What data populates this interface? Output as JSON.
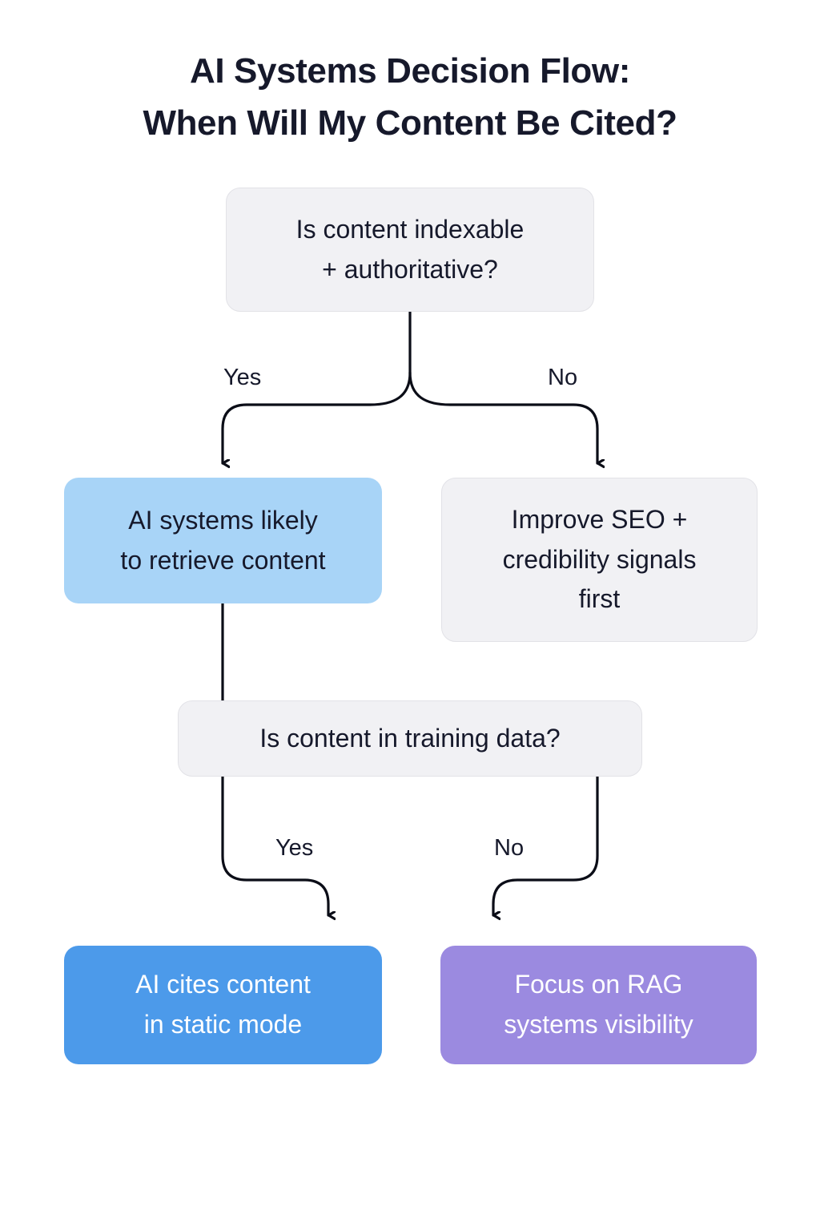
{
  "title": {
    "line1": "AI Systems Decision Flow:",
    "line2": "When Will My Content Be Cited?"
  },
  "colors": {
    "background": "#ffffff",
    "title_text": "#16192b",
    "neutral_node_fill": "#f1f1f4",
    "neutral_node_border": "#e2e2e7",
    "light_blue_node_fill": "#a8d4f7",
    "blue_node_fill": "#4c9aea",
    "purple_node_fill": "#9b8ae0",
    "connector_stroke": "#0b0d17",
    "light_text": "#ffffff"
  },
  "chart_data": {
    "type": "diagram",
    "title": "AI Systems Decision Flow: When Will My Content Be Cited?",
    "nodes": [
      {
        "id": "indexable",
        "label": "Is content indexable\n+ authoritative?",
        "kind": "decision",
        "style": "neutral"
      },
      {
        "id": "retrieve",
        "label": "AI systems likely\nto retrieve content",
        "kind": "outcome",
        "style": "light-blue"
      },
      {
        "id": "improve-seo",
        "label": "Improve SEO +\ncredibility signals\nfirst",
        "kind": "action",
        "style": "neutral"
      },
      {
        "id": "training-data",
        "label": "Is content in training data?",
        "kind": "decision",
        "style": "neutral"
      },
      {
        "id": "static-mode",
        "label": "AI cites content\nin static mode",
        "kind": "outcome",
        "style": "blue"
      },
      {
        "id": "rag",
        "label": "Focus on RAG\nsystems visibility",
        "kind": "outcome",
        "style": "purple"
      }
    ],
    "edges": [
      {
        "from": "indexable",
        "to": "retrieve",
        "label": "Yes"
      },
      {
        "from": "indexable",
        "to": "improve-seo",
        "label": "No"
      },
      {
        "from": "retrieve",
        "to": "training-data",
        "label": ""
      },
      {
        "from": "training-data",
        "to": "static-mode",
        "label": "Yes"
      },
      {
        "from": "training-data",
        "to": "rag",
        "label": "No"
      }
    ]
  },
  "nodes": {
    "indexable": {
      "line1": "Is content indexable",
      "line2": "+ authoritative?"
    },
    "retrieve": {
      "line1": "AI systems likely",
      "line2": "to retrieve content"
    },
    "improve_seo": {
      "line1": "Improve SEO +",
      "line2": "credibility signals",
      "line3": "first"
    },
    "training_data": {
      "line1": "Is content in training data?"
    },
    "static_mode": {
      "line1": "AI cites content",
      "line2": "in static mode"
    },
    "rag": {
      "line1": "Focus on RAG",
      "line2": "systems visibility"
    }
  },
  "edge_labels": {
    "yes_top": "Yes",
    "no_top": "No",
    "yes_bottom": "Yes",
    "no_bottom": "No"
  }
}
